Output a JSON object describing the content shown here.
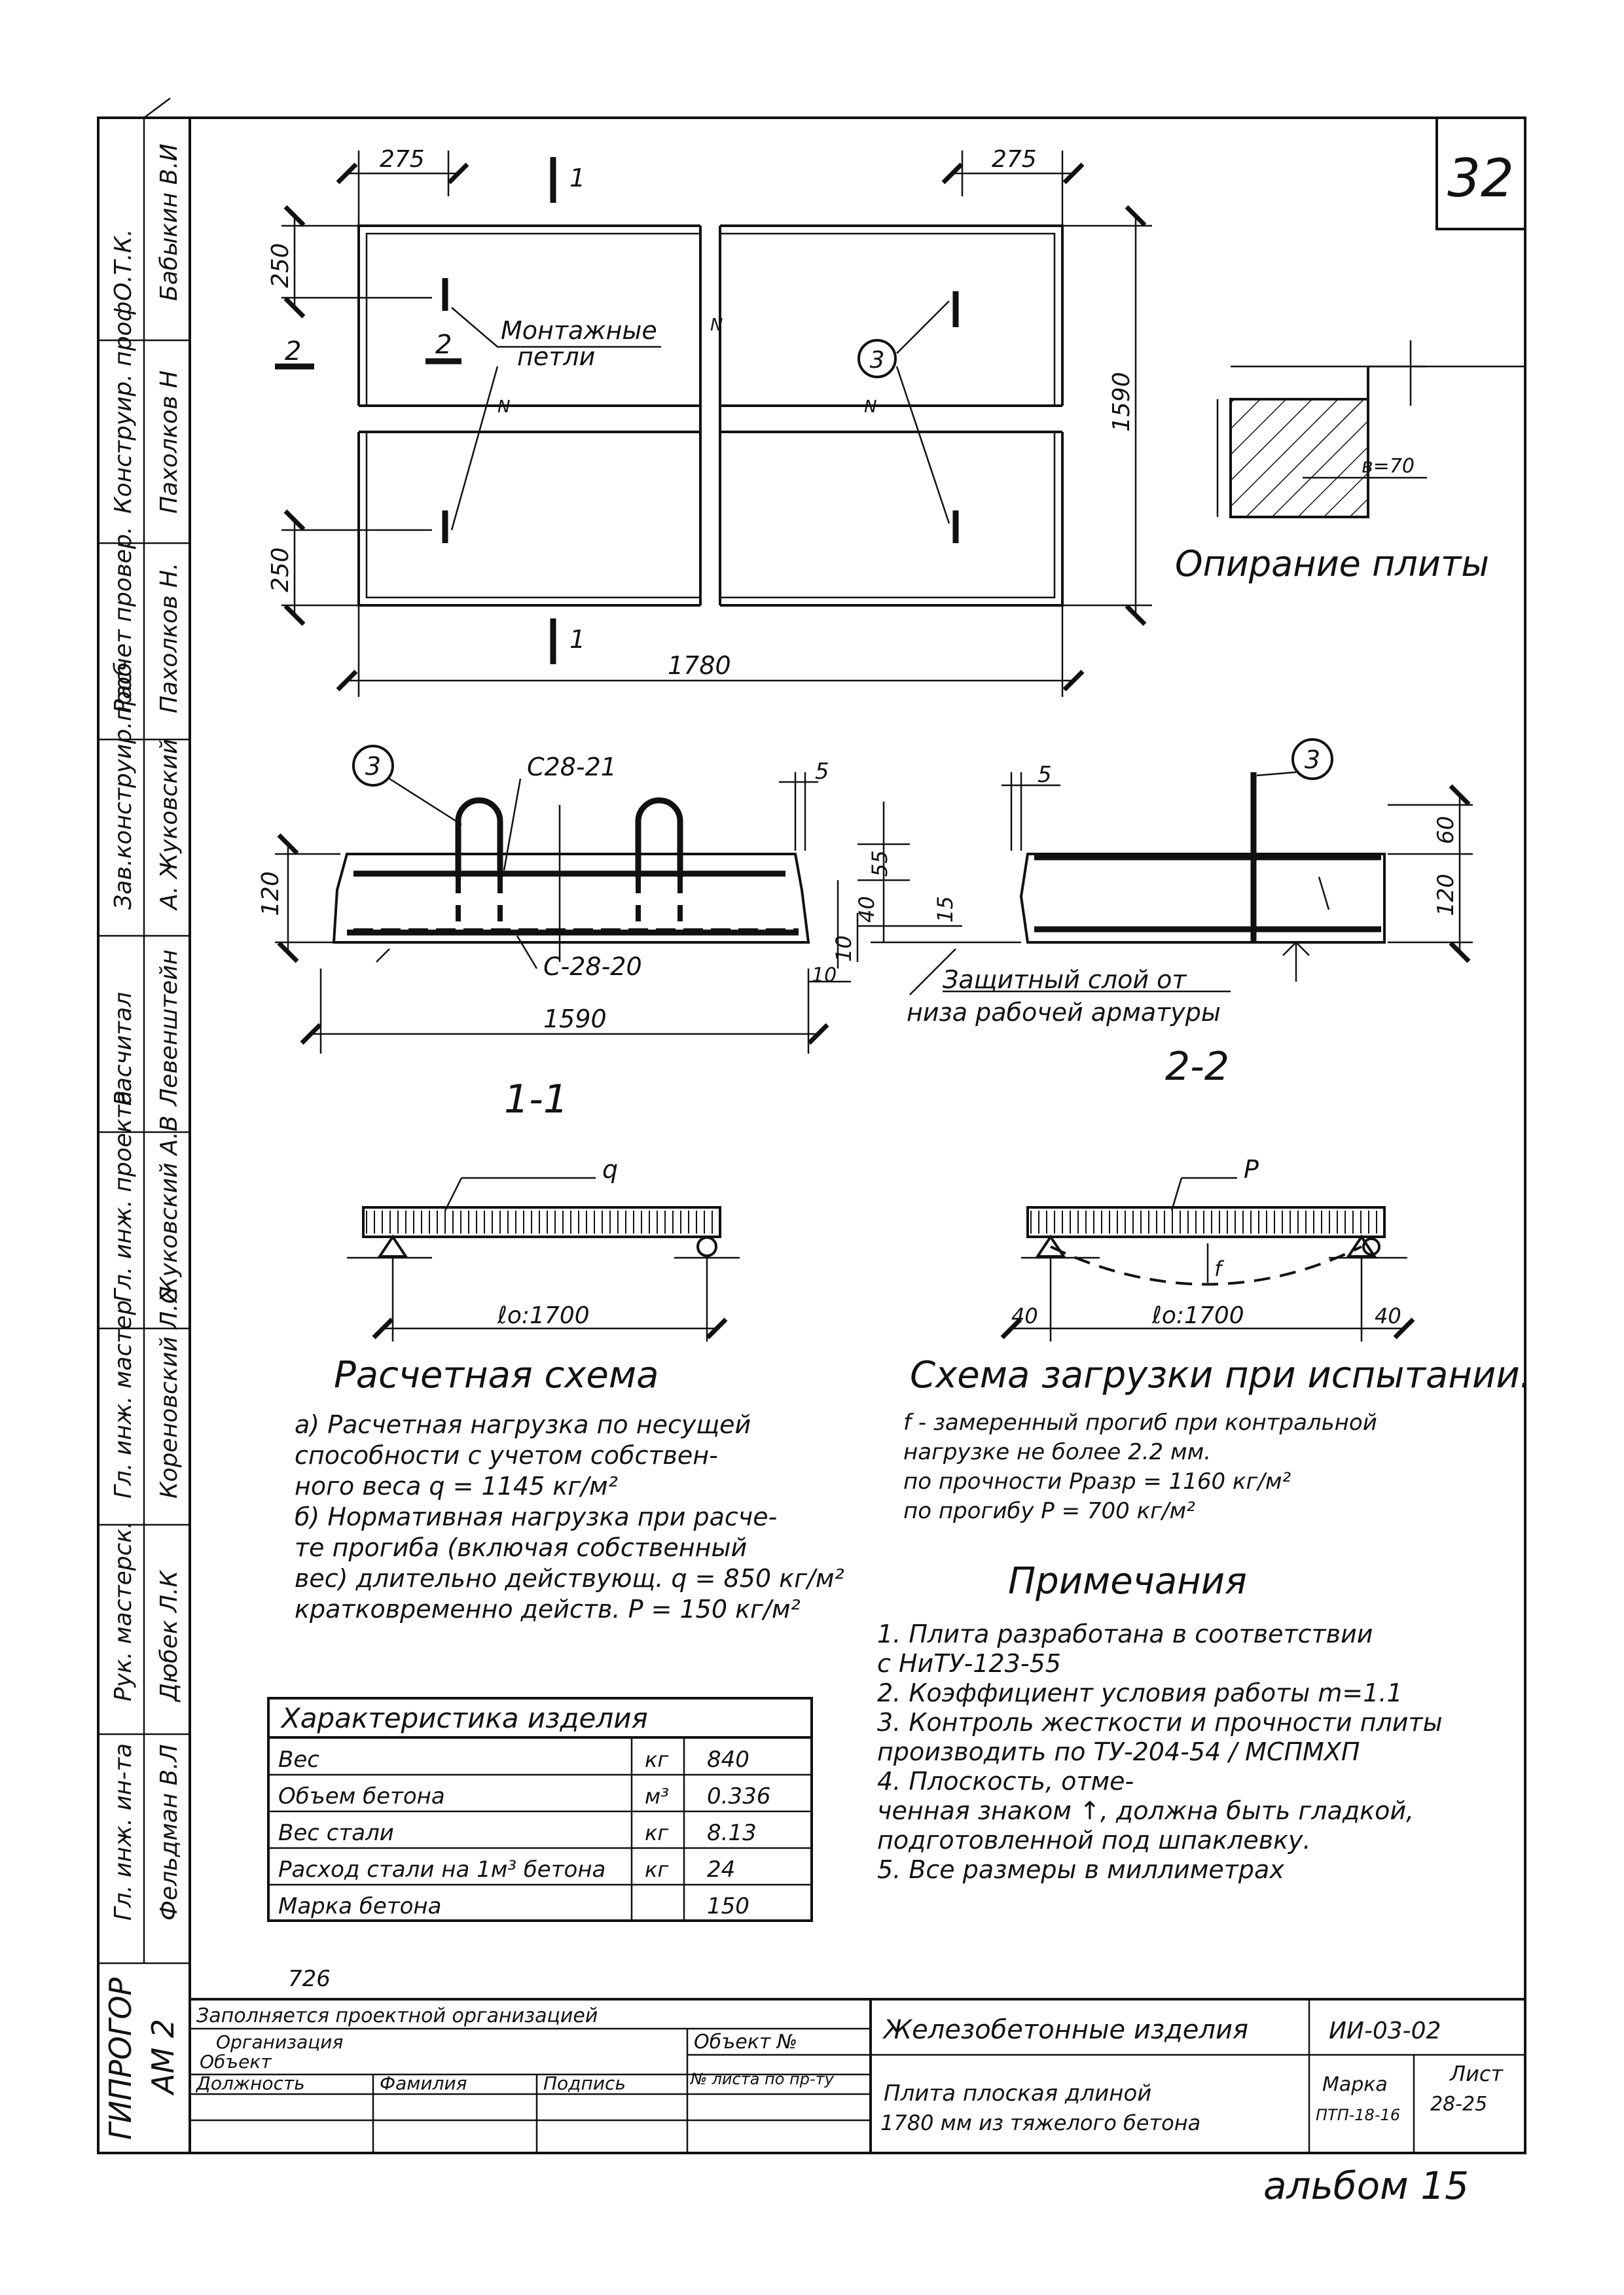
{
  "sheet_number": "32",
  "side_stamp": [
    {
      "role": "О.Т.К.",
      "name": "Бабыкин В.И"
    },
    {
      "role": "Конструир. проф",
      "name": "Пахолков Н"
    },
    {
      "role": "Расчет провер.",
      "name": "Пахолков Н."
    },
    {
      "role": "Зав.конструир.проб",
      "name": "А. Жуковский"
    },
    {
      "role": "Расчитал",
      "name": "Левенштейн"
    },
    {
      "role": "Гл. инж. проекта",
      "name": "Жуковский А.В"
    },
    {
      "role": "Гл. инж. мастер",
      "name": "Кореновский Л.С"
    },
    {
      "role": "Рук. мастерск.",
      "name": "Дюбек Л.К"
    },
    {
      "role": "Гл. инж. ин-та",
      "name": "Фельдман В.Л"
    }
  ],
  "org": {
    "name": "ГИПРОГОР",
    "code": "АМ 2"
  },
  "plan": {
    "dim_left_top": "275",
    "dim_right_top": "275",
    "dim_250_top": "250",
    "dim_250_bottom": "250",
    "dim_height": "1590",
    "dim_width": "1780",
    "section_1_top": "1",
    "section_1_bottom": "1",
    "section_2_left": "2",
    "section_2_inner": "2",
    "callout_3": "3",
    "loops_label_1": "Монтажные",
    "loops_label_2": "петли",
    "break_n1": "N",
    "break_n2": "N",
    "break_n3": "N"
  },
  "support": {
    "title": "Опирание плиты",
    "dim": "в=70"
  },
  "section_1_1": {
    "title": "1-1",
    "callout": "3",
    "top_bar": "С28-21",
    "bottom_bar": "С-28-20",
    "dim_120": "120",
    "dim_1590": "1590",
    "dim_5": "5",
    "dim_55": "55",
    "dim_40": "40",
    "dim_10a": "10",
    "dim_10b": "10"
  },
  "section_2_2": {
    "title": "2-2",
    "callout": "3",
    "dim_5": "5",
    "dim_15": "15",
    "dim_60": "60",
    "dim_120": "120",
    "cover_note_1": "Защитный слой от",
    "cover_note_2": "низа рабочей арматуры"
  },
  "calc_scheme": {
    "load": "q",
    "span": "ℓo:1700",
    "title": "Расчетная схема",
    "notes": [
      "а) Расчетная нагрузка по несущей",
      "способности с учетом собствен-",
      "ного веса  q = 1145 кг/м²",
      "б) Нормативная нагрузка при расче-",
      "те прогиба (включая собственный",
      "вес) длительно действующ. q = 850 кг/м²",
      "кратковременно действ. P = 150 кг/м²"
    ]
  },
  "test_scheme": {
    "load": "P",
    "span": "ℓo:1700",
    "left": "40",
    "right": "40",
    "defl": "f",
    "title": "Схема загрузки при испытании.",
    "notes": [
      "f - замеренный прогиб при контральной",
      "нагрузке не более 2.2 мм.",
      "по прочности  Pразр = 1160 кг/м²",
      "по прогибу  P = 700 кг/м²"
    ]
  },
  "remarks": {
    "title": "Примечания",
    "items": [
      "1. Плита разработана в соответствии",
      "    с НиТУ-123-55",
      "2. Коэффициент условия работы m=1.1",
      "3. Контроль жесткости и прочности плиты",
      "    производить по ТУ-204-54 / МСПМХП",
      "4. Плоскость, отме-",
      "    ченная знаком ↑, должна быть гладкой,",
      "    подготовленной под шпаклевку.",
      "5. Все размеры в миллиметрах"
    ]
  },
  "spec_table": {
    "header": "Характеристика изделия",
    "rows": [
      {
        "name": "Вес",
        "unit": "кг",
        "value": "840"
      },
      {
        "name": "Объем бетона",
        "unit": "м³",
        "value": "0.336"
      },
      {
        "name": "Вес стали",
        "unit": "кг",
        "value": "8.13"
      },
      {
        "name": "Расход стали на 1м³ бетона",
        "unit": "кг",
        "value": "24"
      },
      {
        "name": "Марка бетона",
        "unit": "",
        "value": "150"
      }
    ]
  },
  "title_block": {
    "number_above": "726",
    "filled_by": "Заполняется проектной организацией",
    "org_label": "Организация",
    "object_label": "Объект",
    "object_no": "Объект №",
    "position": "Должность",
    "surname": "Фамилия",
    "signature": "Подпись",
    "sheet_per_project": "№ листа по пр-ту",
    "series_title": "Железобетонные изделия",
    "series_code": "ИИ-03-02",
    "item_title_1": "Плита плоская длиной",
    "item_title_2": "1780 мм из тяжелого бетона",
    "mark_label": "Марка",
    "mark_value": "ПТП-18-16",
    "sheet_label": "Лист",
    "sheet_value": "28-25"
  },
  "album": "альбом 15"
}
